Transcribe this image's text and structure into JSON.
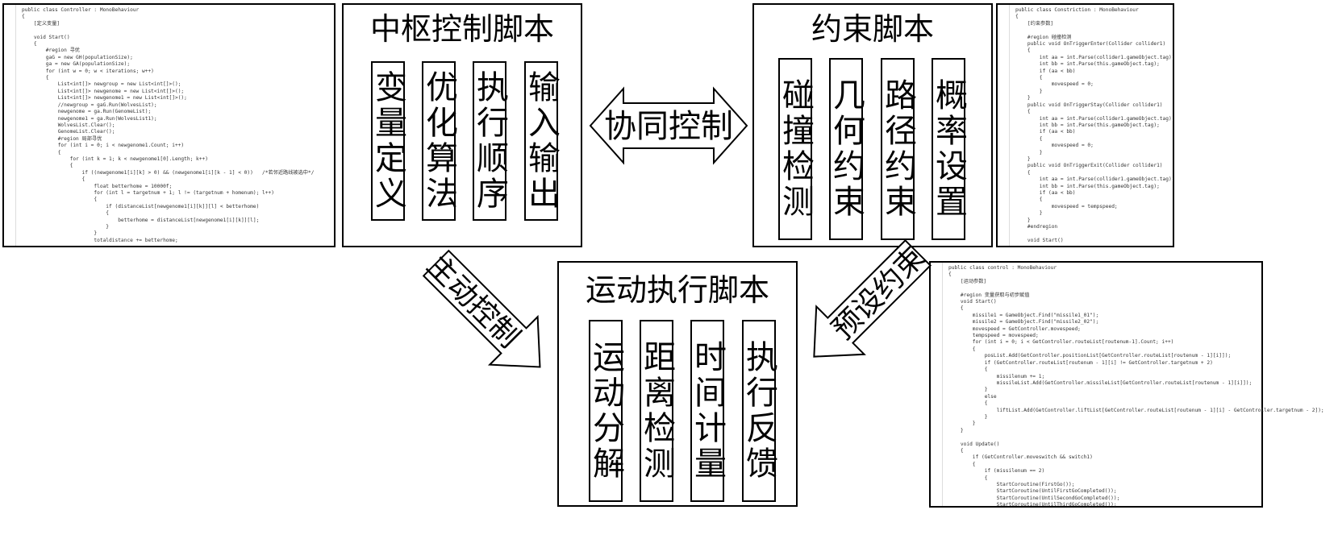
{
  "central": {
    "title": "中枢控制脚本",
    "items": [
      "变量定义",
      "优化算法",
      "执行顺序",
      "输入输出"
    ]
  },
  "constraint": {
    "title": "约束脚本",
    "items": [
      "碰撞检测",
      "几何约束",
      "路径约束",
      "概率设置"
    ]
  },
  "motion": {
    "title": "运动执行脚本",
    "items": [
      "运动分解",
      "距离检测",
      "时间计量",
      "执行反馈"
    ]
  },
  "arrows": {
    "cooperative": "协同控制",
    "active": "主动控制",
    "preset": "预设约束"
  },
  "code_panels": {
    "left": [
      "public class Controller : MonoBehaviour",
      "{",
      "    [定义变量]",
      "",
      "    void Start()",
      "    {",
      "        #region 寻优",
      "        gaG = new GH(populationSize);",
      "        ga = new GA(populationSize);",
      "        for (int w = 0; w < iterations; w++)",
      "        {",
      "            List<int[]> newgroup = new List<int[]>();",
      "            List<int[]> newgenome = new List<int[]>();",
      "            List<int[]> newgenome1 = new List<int[]>();",
      "            //newgroup = gaG.Run(WolvesList);",
      "            newgenome = ga.Run(GenomeList);",
      "            newgenome1 = ga.Run(WolvesList1);",
      "            WolvesList.Clear();",
      "            GenomeList.Clear();",
      "            #region 局部寻优",
      "            for (int i = 0; i < newgenome1.Count; i++)",
      "            {",
      "                for (int k = 1; k < newgenome1[0].Length; k++)",
      "                {",
      "                    if ((newgenome1[i][k] > 0) && (newgenome1[i][k - 1] < 0))   /*若邻近路线被选中*/",
      "                    {",
      "                        float betterhome = 10000f;",
      "                        for (int l = targetnum + 1; l != (targetnum + homenum); l++)",
      "                        {",
      "                            if (distanceList[newgenome1[i][k]][l] < betterhome)",
      "                            {",
      "                                betterhome = distanceList[newgenome1[i][k]][l];",
      "                            }",
      "                        }",
      "                        totaldistance += betterhome;"
    ],
    "right_top": [
      "public class Constriction : MonoBehaviour",
      "{",
      "    [约束参数]",
      "",
      "    #region 碰撞检测",
      "    public void OnTriggerEnter(Collider collider1)",
      "    {",
      "        int aa = int.Parse(collider1.gameObject.tag);",
      "        int bb = int.Parse(this.gameObject.tag);",
      "        if (aa < bb)",
      "        {",
      "            movespeed = 0;",
      "        }",
      "    }",
      "    public void OnTriggerStay(Collider collider1)",
      "    {",
      "        int aa = int.Parse(collider1.gameObject.tag);",
      "        int bb = int.Parse(this.gameObject.tag);",
      "        if (aa < bb)",
      "        {",
      "            movespeed = 0;",
      "        }",
      "    }",
      "    public void OnTriggerExit(Collider collider1)",
      "    {",
      "        int aa = int.Parse(collider1.gameObject.tag);",
      "        int bb = int.Parse(this.gameObject.tag);",
      "        if (aa < bb)",
      "        {",
      "            movespeed = tempspeed;",
      "        }",
      "    }",
      "    #endregion",
      "",
      "    void Start()"
    ],
    "right_bottom": [
      "public class control : MonoBehaviour",
      "{",
      "    [运动参数]",
      "",
      "    #region 变量获取与初步赋值",
      "    void Start()",
      "    {",
      "        missile1 = GameObject.Find(\"missile1_01\");",
      "        missile2 = GameObject.Find(\"missile2_02\");",
      "        movespeed = GetController.movespeed;",
      "        tempspeed = movespeed;",
      "        for (int i = 0; i < GetController.routeList[routenum-1].Count; i++)",
      "        {",
      "            posList.Add(GetController.positionList[GetController.routeList[routenum - 1][i]]);",
      "            if (GetController.routeList[routenum - 1][i] != GetController.targetnum + 2)",
      "            {",
      "                missilenum += 1;",
      "                missileList.Add(GetController.missileList[GetController.routeList[routenum - 1][i]]);",
      "            }",
      "            else",
      "            {",
      "                liftList.Add(GetController.liftList[GetController.routeList[routenum - 1][i] - GetController.targetnum - 2]);",
      "            }",
      "        }",
      "    }",
      "",
      "    void Update()",
      "    {",
      "        if (GetController.moveswitch && switch1)",
      "        {",
      "            if (missilenum == 2)",
      "            {",
      "                StartCoroutine(FirstGo());",
      "                StartCoroutine(UntilFirstGoCompleted());",
      "                StartCoroutine(UntilSecondGoCompleted());",
      "                StartCoroutine(UntilThirdGoCompleted());"
    ]
  }
}
